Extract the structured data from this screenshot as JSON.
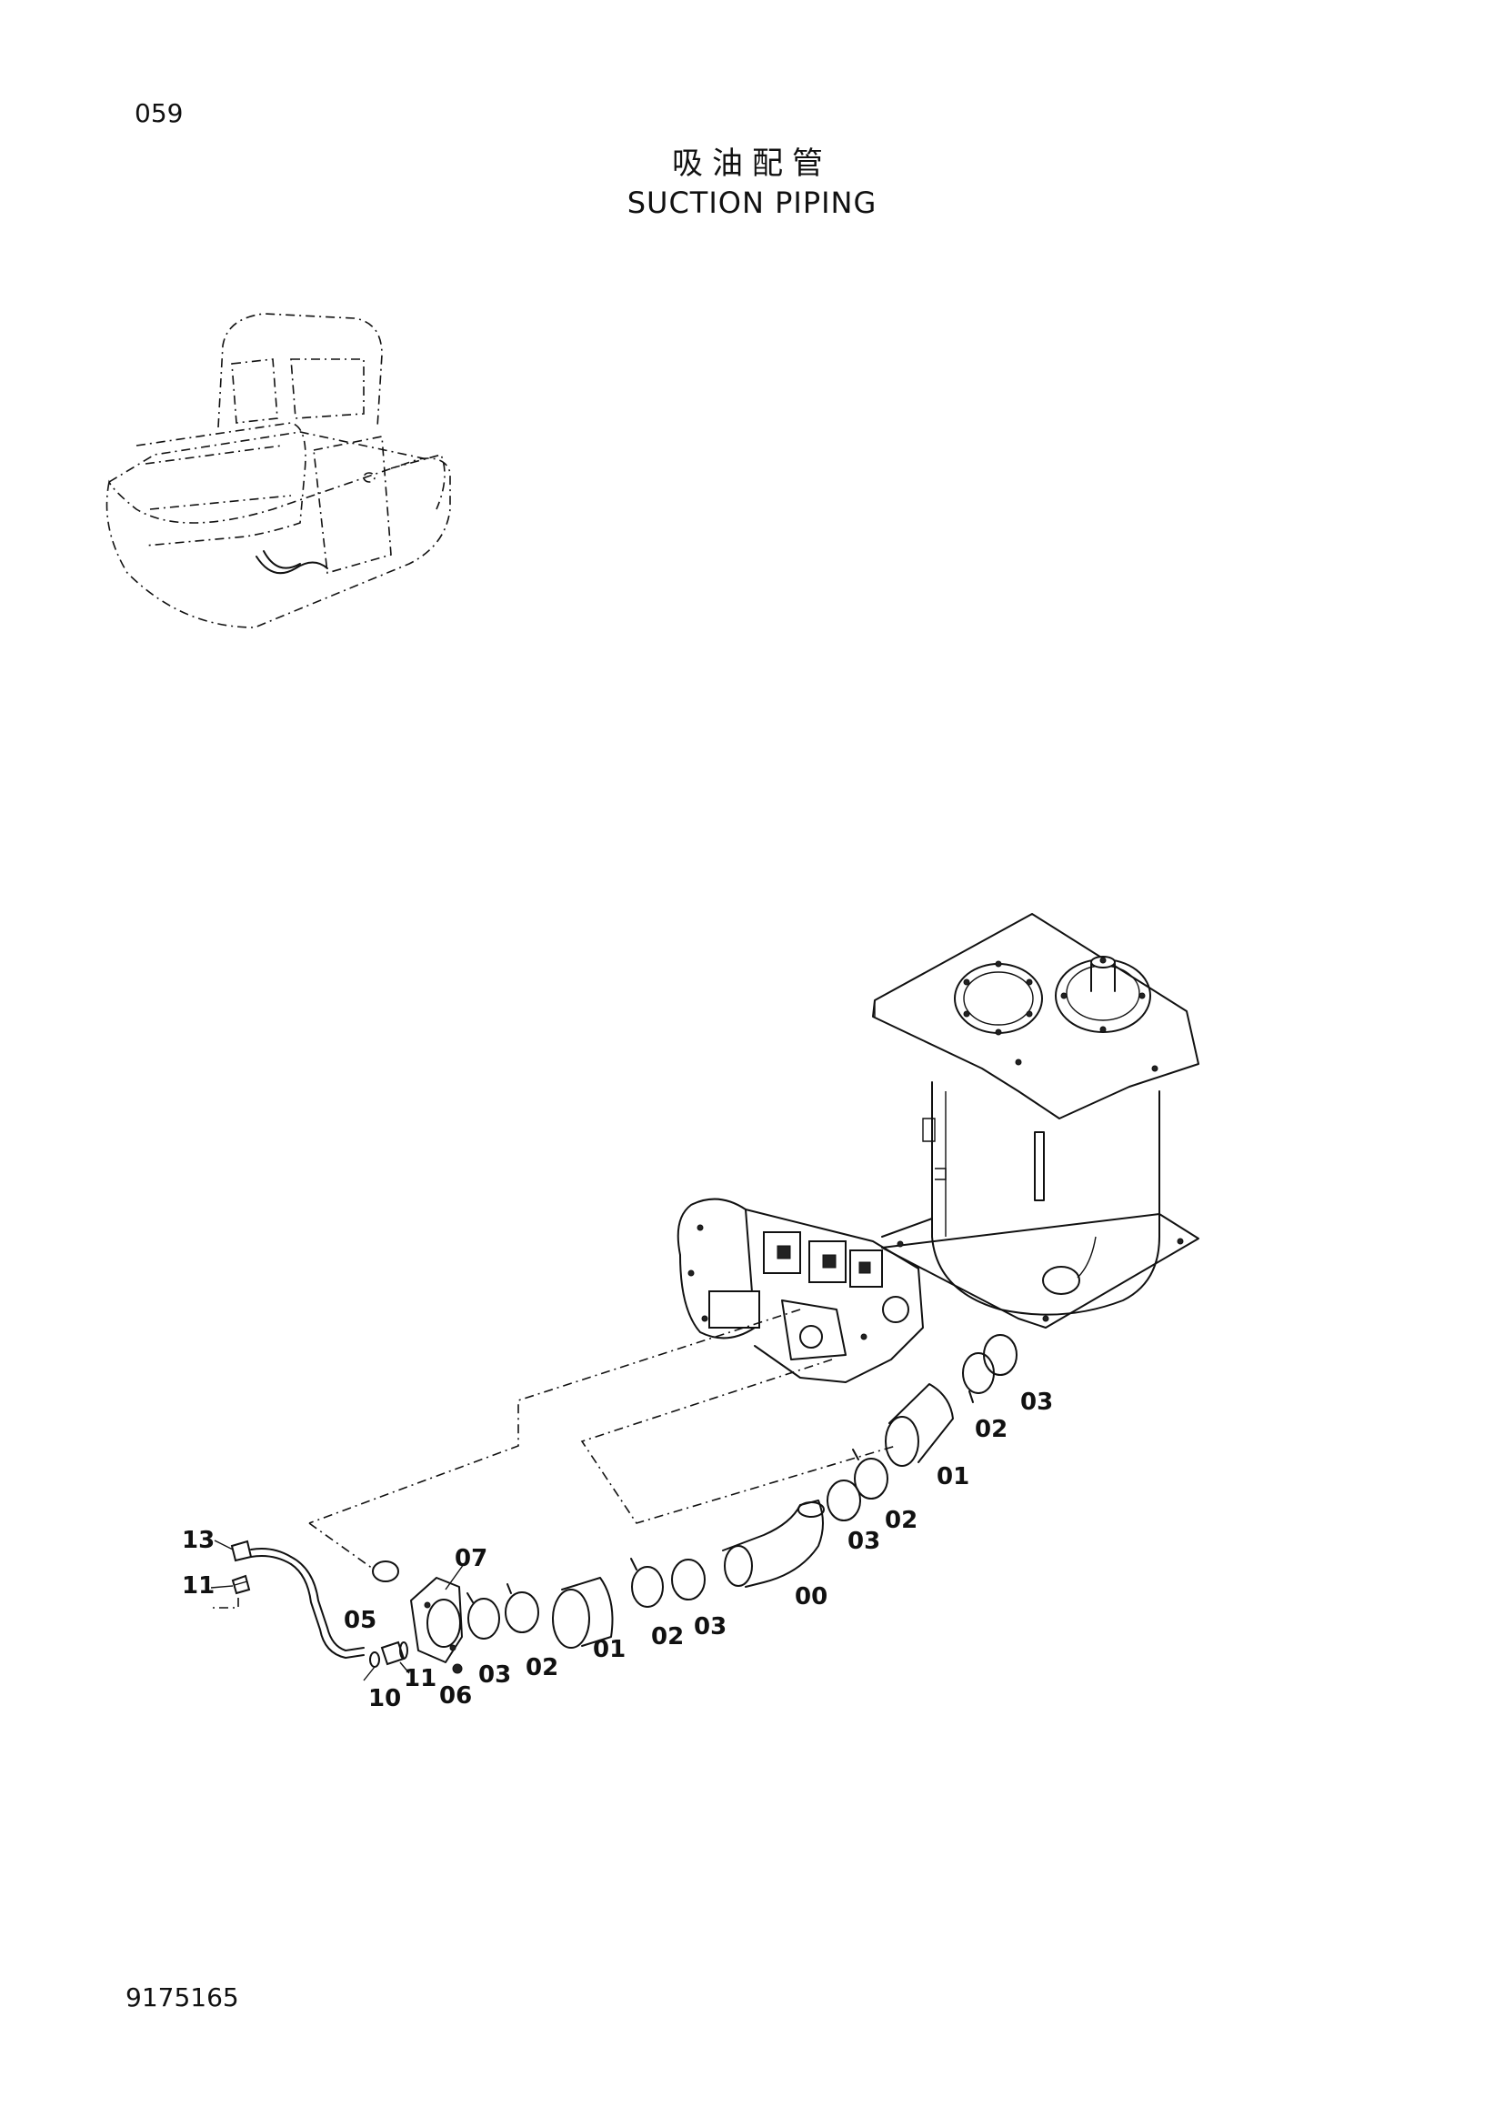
{
  "page_number": "059",
  "title_cn": "吸油配管",
  "title_en": "SUCTION PIPING",
  "doc_code": "9175165",
  "callouts": {
    "c13": "13",
    "c11a": "11",
    "c05": "05",
    "c07": "07",
    "c10": "10",
    "c11b": "11",
    "c06": "06",
    "c03a": "03",
    "c02a": "02",
    "c01a": "01",
    "c02b": "02",
    "c03b": "03",
    "c00": "00",
    "c03c": "03",
    "c02c": "02",
    "c01b": "01",
    "c02d": "02",
    "c03d": "03"
  }
}
